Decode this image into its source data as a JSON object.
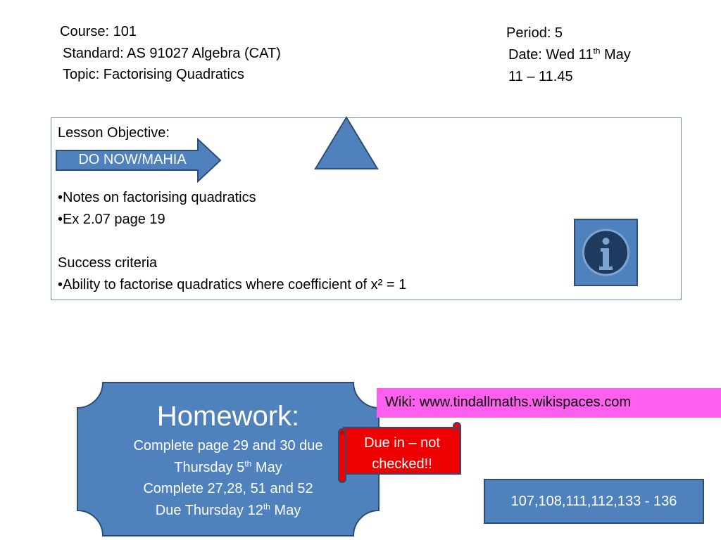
{
  "header_left": {
    "course": "Course:  101",
    "standard": "Standard:  AS 91027 Algebra (CAT)",
    "topic": "Topic: Factorising Quadratics"
  },
  "header_right": {
    "period": "Period:   5",
    "date_prefix": "Date:  Wed 11",
    "date_sup": "th",
    "date_suffix": "  May",
    "time": "11 – 11.45"
  },
  "lesson": {
    "objective_heading": "Lesson Objective:",
    "donow_label": "DO NOW/MAHIA",
    "bullets": [
      "•Notes on factorising quadratics",
      "•Ex 2.07 page 19"
    ],
    "success_heading": "Success criteria",
    "success_bullets": [
      "•Ability to factorise quadratics where coefficient of x² = 1"
    ]
  },
  "homework": {
    "title": "Homework:",
    "line1": "Complete page 29 and 30 due",
    "line2_prefix": "Thursday 5",
    "line2_sup": "th",
    "line2_suffix": " May",
    "line3": "Complete 27,28, 51 and 52",
    "line4_prefix": "Due Thursday 12",
    "line4_sup": "th",
    "line4_suffix": " May"
  },
  "wiki": {
    "text": "Wiki: www.tindallmaths.wikispaces.com"
  },
  "due_note": {
    "line1": "Due in – not",
    "line2": "checked!!"
  },
  "pages": {
    "text": "107,108,111,112,133 - 136"
  },
  "icons": {
    "triangle": "triangle-icon",
    "info": "info-icon"
  },
  "colors": {
    "shape_blue": "#4f81bd",
    "shape_border": "#2c4d75",
    "wiki_pink": "#ff5fef",
    "scroll_red": "#ee0000"
  }
}
